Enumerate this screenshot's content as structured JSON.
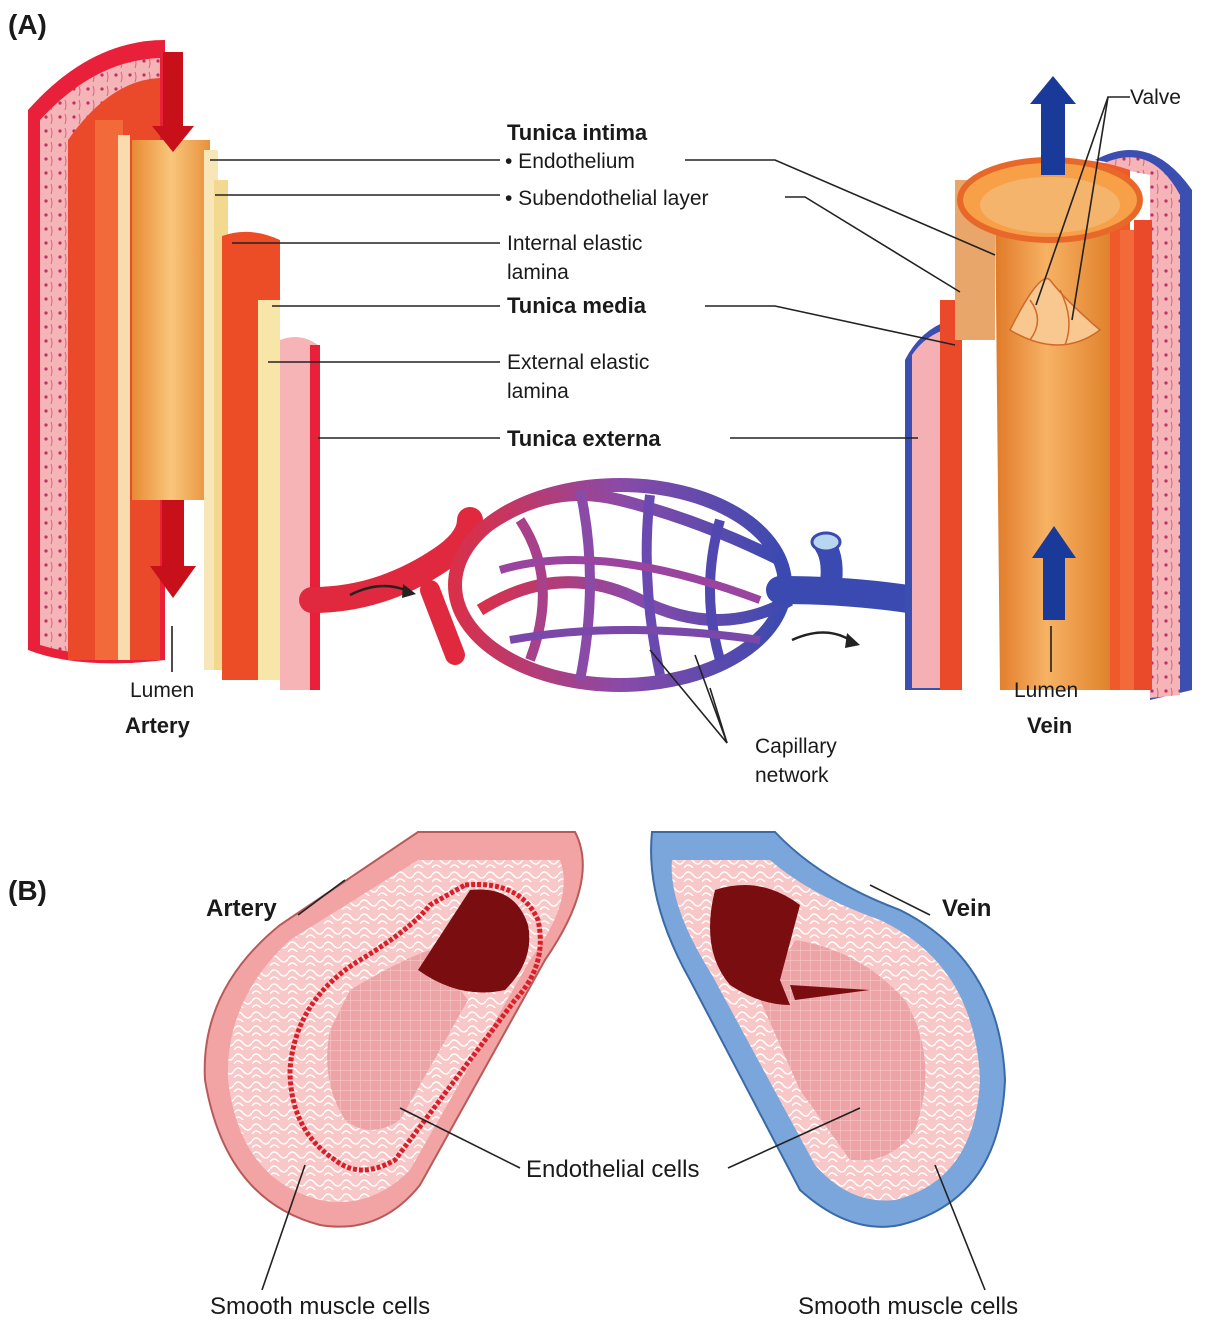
{
  "panel_a": {
    "tag": "(A)",
    "labels": {
      "tunica_intima": "Tunica intima",
      "endothelium": "• Endothelium",
      "subendothelial": "• Subendothelial layer",
      "internal_elastic_1": "Internal elastic",
      "internal_elastic_2": "lamina",
      "tunica_media": "Tunica media",
      "external_elastic_1": "External elastic",
      "external_elastic_2": "lamina",
      "tunica_externa": "Tunica externa",
      "valve": "Valve",
      "lumen_left": "Lumen",
      "artery": "Artery",
      "lumen_right": "Lumen",
      "vein": "Vein",
      "capillary_1": "Capillary",
      "capillary_2": "network"
    }
  },
  "panel_b": {
    "tag": "(B)",
    "labels": {
      "artery": "Artery",
      "vein": "Vein",
      "endothelial_cells": "Endothelial cells",
      "smooth_muscle_left": "Smooth muscle cells",
      "smooth_muscle_right": "Smooth muscle cells"
    }
  },
  "colors": {
    "artery_red": "#e8203a",
    "media_orange": "#f0522a",
    "lumen_orange": "#f4a24a",
    "vein_blue": "#3a4fb0",
    "arrow_red": "#c8101a",
    "arrow_blue": "#1a3a9a",
    "artery_pink_b": "#f2a3a3",
    "vein_blue_b": "#7aa6dc",
    "lumen_dark_b": "#7a0d10"
  }
}
